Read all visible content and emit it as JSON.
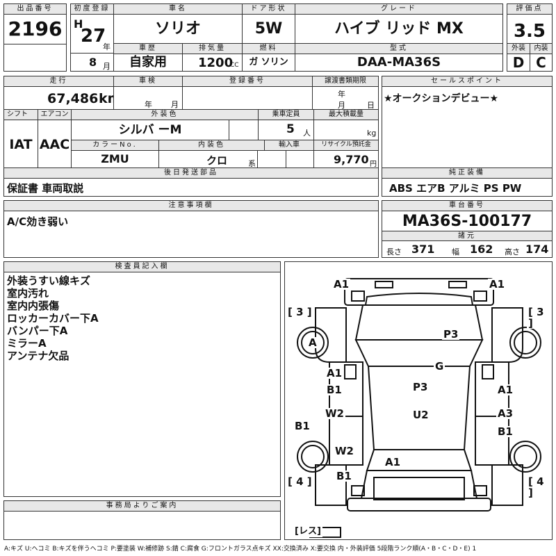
{
  "header": {
    "lot_label": "出品番号",
    "lot_value": "2196",
    "first_reg_label": "初度登録",
    "era": "H",
    "year": "27",
    "year_unit": "年",
    "month": "8",
    "month_unit": "月",
    "name_label": "車名",
    "name_value": "ソリオ",
    "door_label": "ドア形状",
    "door_value": "5W",
    "grade_label": "グレード",
    "grade_value": "ハイブ リッド MX",
    "score_label": "評価点",
    "score_value": "3.5",
    "history_label": "車歴",
    "history_value": "自家用",
    "disp_label": "排気量",
    "disp_value": "1200",
    "disp_unit": "CC",
    "fuel_label": "燃料",
    "fuel_value": "ガ ソリン",
    "model_label": "型式",
    "model_value": "DAA-MA36S",
    "ext_label": "外装",
    "ext_value": "D",
    "int_label": "内装",
    "int_value": "C"
  },
  "row2": {
    "mileage_label": "走行",
    "mileage_value": "67,486",
    "mileage_unit": "km",
    "inspection_label": "車検",
    "year_unit": "年",
    "month_unit": "月",
    "reg_label": "登録番号",
    "transfer_label": "譲渡書類期限",
    "day_unit": "日",
    "shift_label": "シフト",
    "shift_value": "IAT",
    "ac_label": "エアコン",
    "ac_value": "AAC",
    "ext_color_label": "外装色",
    "ext_color_value": "シルバ ーM",
    "cap_label": "乗車定員",
    "cap_value": "5",
    "cap_unit": "人",
    "load_label": "最大積載量",
    "load_unit": "kg",
    "color_no_label": "カラーNo.",
    "color_no_value": "ZMU",
    "int_color_label": "内装色",
    "int_color_value": "クロ",
    "int_color_unit": "系",
    "import_label": "輸入車",
    "recycle_label": "リサイクル預託金",
    "recycle_value": "9,770",
    "recycle_unit": "円",
    "later_label": "後日発送部品",
    "later_value": "保証書 車両取説"
  },
  "sales": {
    "label": "セールスポイント",
    "value": "★オークションデビュー★",
    "equip_label": "純正装備",
    "equip_value": "ABS エアB アルミ PS PW"
  },
  "notes": {
    "label": "注意事項欄",
    "value": "A/C効き弱い"
  },
  "chassis": {
    "label": "車台番号",
    "value": "MA36S-100177",
    "spec_label": "諸元",
    "len_label": "長さ",
    "len_value": "371",
    "wid_label": "幅",
    "wid_value": "162",
    "hei_label": "高さ",
    "hei_value": "174"
  },
  "inspector": {
    "label": "検査員記入欄",
    "lines": [
      "外装うすい線キズ",
      "室内汚れ",
      "室内内張傷",
      "ロッカーカバー下A",
      "バンパー下A",
      "ミラーA",
      "アンテナ欠品"
    ]
  },
  "office": {
    "label": "事務局よりご案内"
  },
  "diagram": {
    "tl": "A1",
    "tr": "A1",
    "l3": "[ 3 ]",
    "r3": "[ 3 ]",
    "wheel_fl": "A",
    "p3_top": "P3",
    "g": "G",
    "left_a1": "A1",
    "left_b1": "B1",
    "p3_mid": "P3",
    "right_a1": "A1",
    "left_w2": "W2",
    "u2": "U2",
    "right_a3": "A3",
    "right_b1": "B1",
    "lower_b1": "B1",
    "lower_w2": "W2",
    "rear_a1": "A1",
    "lower_b1b": "B1",
    "l4": "[ 4 ]",
    "r4": "[ 4 ]",
    "les": "[レス]"
  },
  "legend": "A:キズ U:ヘコミ B:キズを伴うヘコミ P:要塗装 W:補修跡 S:錆 C:腐食 G:フロントガラス点キズ XX:交換済み X:要交換 内・外装評価 5段階ランク順(A・B・C・D・E) 1"
}
